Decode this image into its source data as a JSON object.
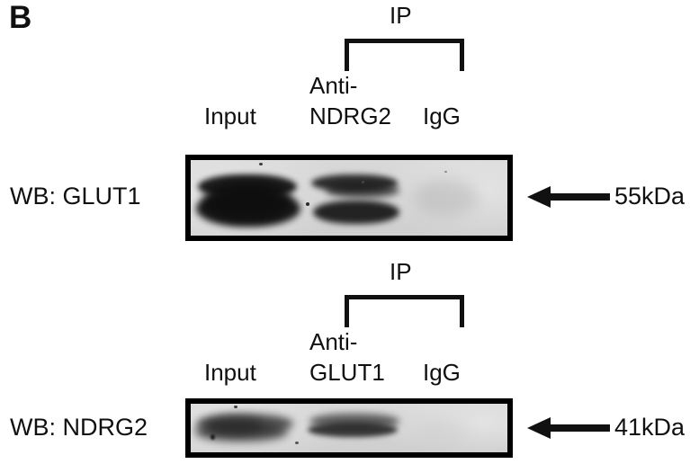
{
  "figure": {
    "panel_letter": "B",
    "background_color": "#ffffff",
    "ink_color": "#111111"
  },
  "blots": [
    {
      "id": "glut1-blot",
      "wb_label": "WB: GLUT1",
      "ip_label": "IP",
      "lanes": [
        {
          "name": "input",
          "label": "Input",
          "under_ip": false,
          "signal": "very-strong"
        },
        {
          "name": "anti",
          "label_line1": "Anti-",
          "label_line2": "NDRG2",
          "under_ip": true,
          "signal": "strong"
        },
        {
          "name": "igg",
          "label": "IgG",
          "under_ip": true,
          "signal": "trace"
        }
      ],
      "mw_label": "55kDa",
      "arrow_icon": "left-arrow-icon"
    },
    {
      "id": "ndrg2-blot",
      "wb_label": "WB: NDRG2",
      "ip_label": "IP",
      "lanes": [
        {
          "name": "input",
          "label": "Input",
          "under_ip": false,
          "signal": "moderate"
        },
        {
          "name": "anti",
          "label_line1": "Anti-",
          "label_line2": "GLUT1",
          "under_ip": true,
          "signal": "moderate"
        },
        {
          "name": "igg",
          "label": "IgG",
          "under_ip": true,
          "signal": "none"
        }
      ],
      "mw_label": "41kDa",
      "arrow_icon": "left-arrow-icon"
    }
  ]
}
